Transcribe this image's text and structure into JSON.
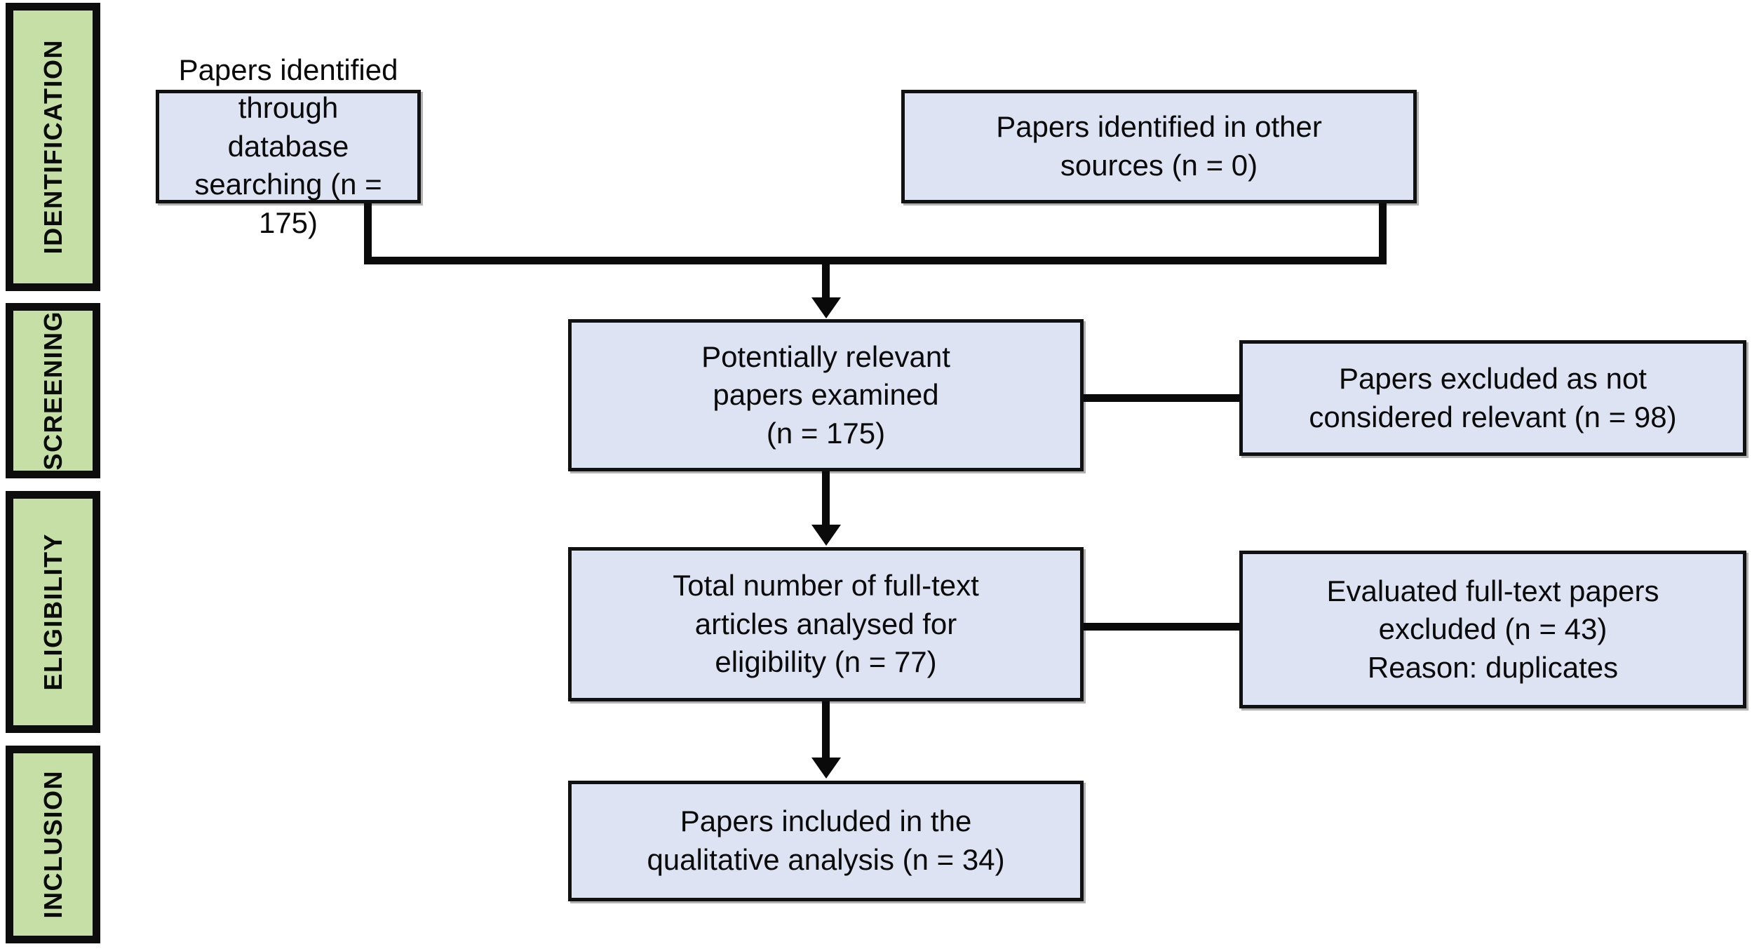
{
  "diagram": {
    "title": "PRISMA flow diagram",
    "colors": {
      "stage_fill": "#c5dfa7",
      "box_fill": "#dde3f2",
      "stroke": "#0a0a0a",
      "background": "#ffffff"
    }
  },
  "stages": [
    {
      "label": "IDENTIFICATION"
    },
    {
      "label": "SCREENING"
    },
    {
      "label": "ELIGIBILITY"
    },
    {
      "label": "INCLUSION"
    }
  ],
  "boxes": {
    "identified_database": {
      "text": "Papers identified through\ndatabase searching (n = 175)",
      "n": 175
    },
    "identified_other": {
      "text": "Papers identified in other\nsources (n = 0)",
      "n": 0
    },
    "potentially_relevant": {
      "text": "Potentially relevant\npapers examined\n(n = 175)",
      "n": 175
    },
    "excluded_not_relevant": {
      "text": "Papers excluded as not\nconsidered relevant (n = 98)",
      "n": 98
    },
    "full_text_assessed": {
      "text": "Total number of full-text\narticles analysed for\neligibility (n = 77)",
      "n": 77
    },
    "full_text_excluded": {
      "text": "Evaluated full-text papers\nexcluded (n = 43)\nReason: duplicates",
      "n": 43,
      "reason": "duplicates"
    },
    "included_qualitative": {
      "text": "Papers included in the\nqualitative analysis (n = 34)",
      "n": 34
    }
  }
}
